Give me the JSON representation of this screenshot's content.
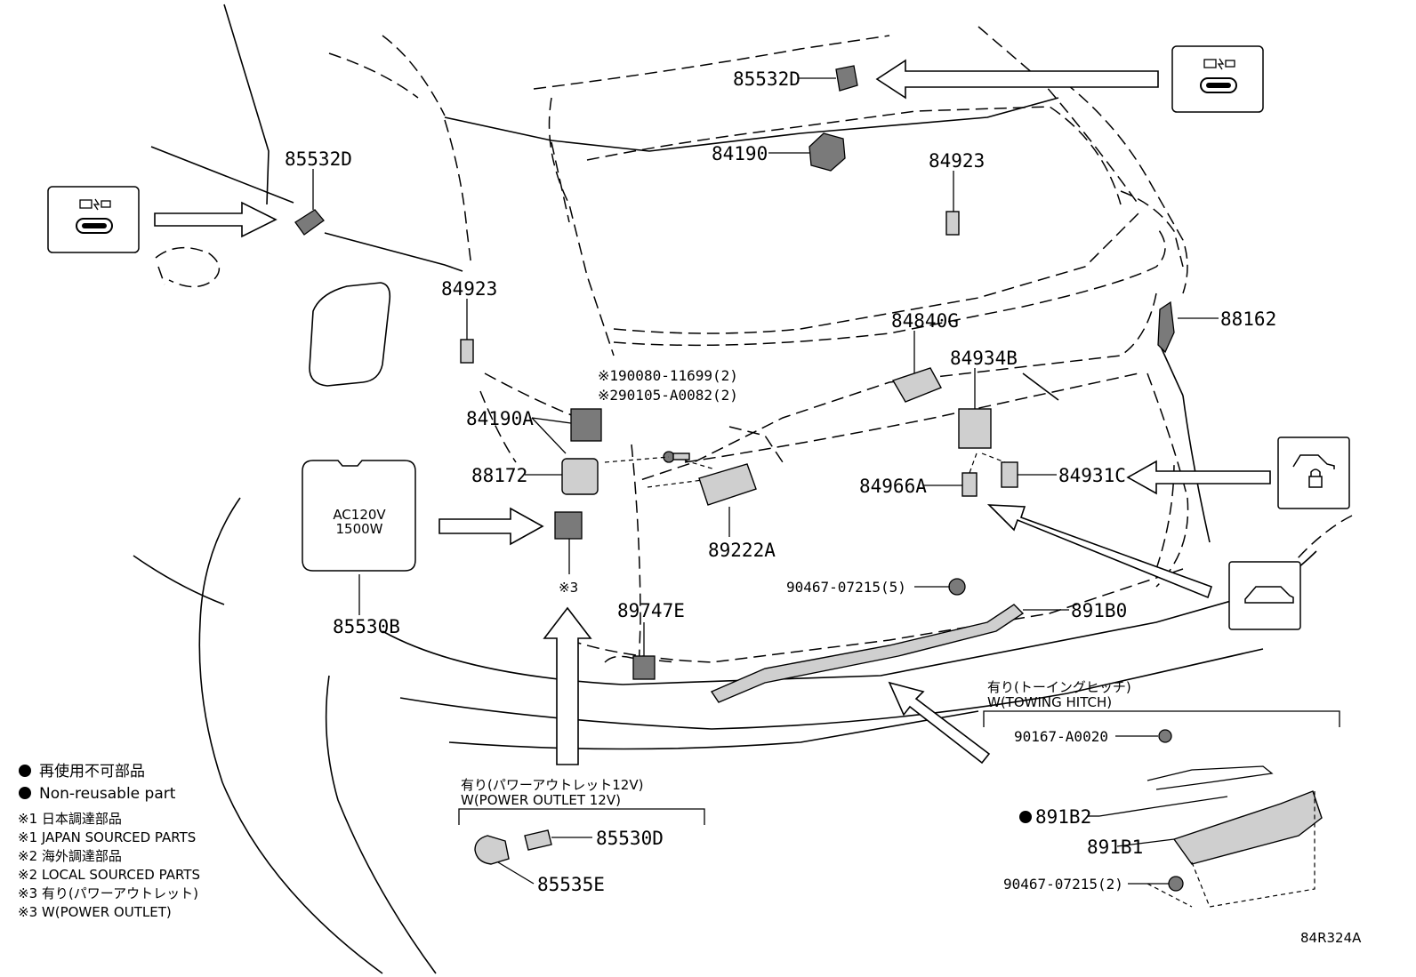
{
  "diagram_id": "84R324A",
  "part_labels": {
    "p85532D_top": "85532D",
    "p84190": "84190",
    "p84923_right": "84923",
    "p85532D_left": "85532D",
    "p84923_left": "84923",
    "p84840G": "84840G",
    "p88162": "88162",
    "p84934B": "84934B",
    "p190080": "※190080-11699(2)",
    "p290105": "※290105-A0082(2)",
    "p84190A": "84190A",
    "p88172": "88172",
    "p84966A": "84966A",
    "p84931C": "84931C",
    "p89222A": "89222A",
    "p90467_a": "90467-07215(5)",
    "p891B0": "891B0",
    "p85530B": "85530B",
    "p89747E": "89747E",
    "mark3": "※3",
    "p90167": "90167-A0020",
    "p891B2": "891B2",
    "p891B1": "891B1",
    "p90467_b": "90467-07215(2)",
    "p85530D": "85530D",
    "p85535E": "85535E"
  },
  "outlet_panel": {
    "line1": "AC120V",
    "line2": "1500W"
  },
  "group_towing": {
    "jp": "有り(トーイングヒッチ)",
    "en": "W(TOWING HITCH)"
  },
  "group_power": {
    "jp": "有り(パワーアウトレット12V)",
    "en": "W(POWER OUTLET 12V)"
  },
  "legend": {
    "nonreusable_jp": "再使用不可部品",
    "nonreusable_en": "Non-reusable part",
    "n1_jp": "※1 日本調達部品",
    "n1_en": "※1 JAPAN SOURCED PARTS",
    "n2_jp": "※2 海外調達部品",
    "n2_en": "※2 LOCAL SOURCED PARTS",
    "n3_jp": "※3 有り(パワーアウトレット)",
    "n3_en": "※3 W(POWER OUTLET)"
  },
  "icons": [
    "usb-c-charge-icon",
    "usb-c-charge-icon",
    "vehicle-lock-icon",
    "vehicle-rear-icon"
  ]
}
